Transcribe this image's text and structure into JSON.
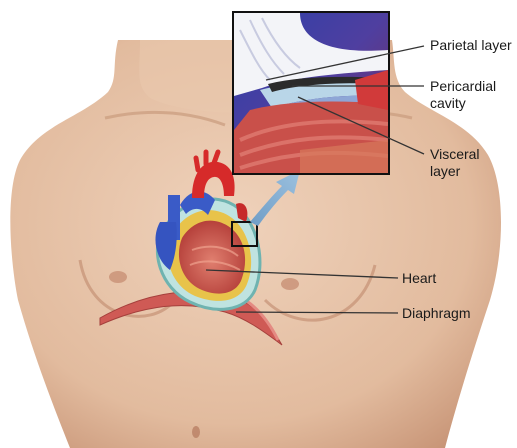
{
  "labels": {
    "parietal_layer": "Parietal layer",
    "pericardial_cavity": "Pericardial\ncavity",
    "visceral_layer": "Visceral\nlayer",
    "heart": "Heart",
    "diaphragm": "Diaphragm"
  },
  "colors": {
    "skin": "#e7c4a8",
    "skin_shadow": "#c9987a",
    "heart_muscle": "#c9504a",
    "vessel_red": "#d62a2a",
    "vessel_blue": "#3a5bc7",
    "pericardium": "#9fd3d0",
    "fat": "#e8c34a",
    "leader_line": "#333333"
  }
}
